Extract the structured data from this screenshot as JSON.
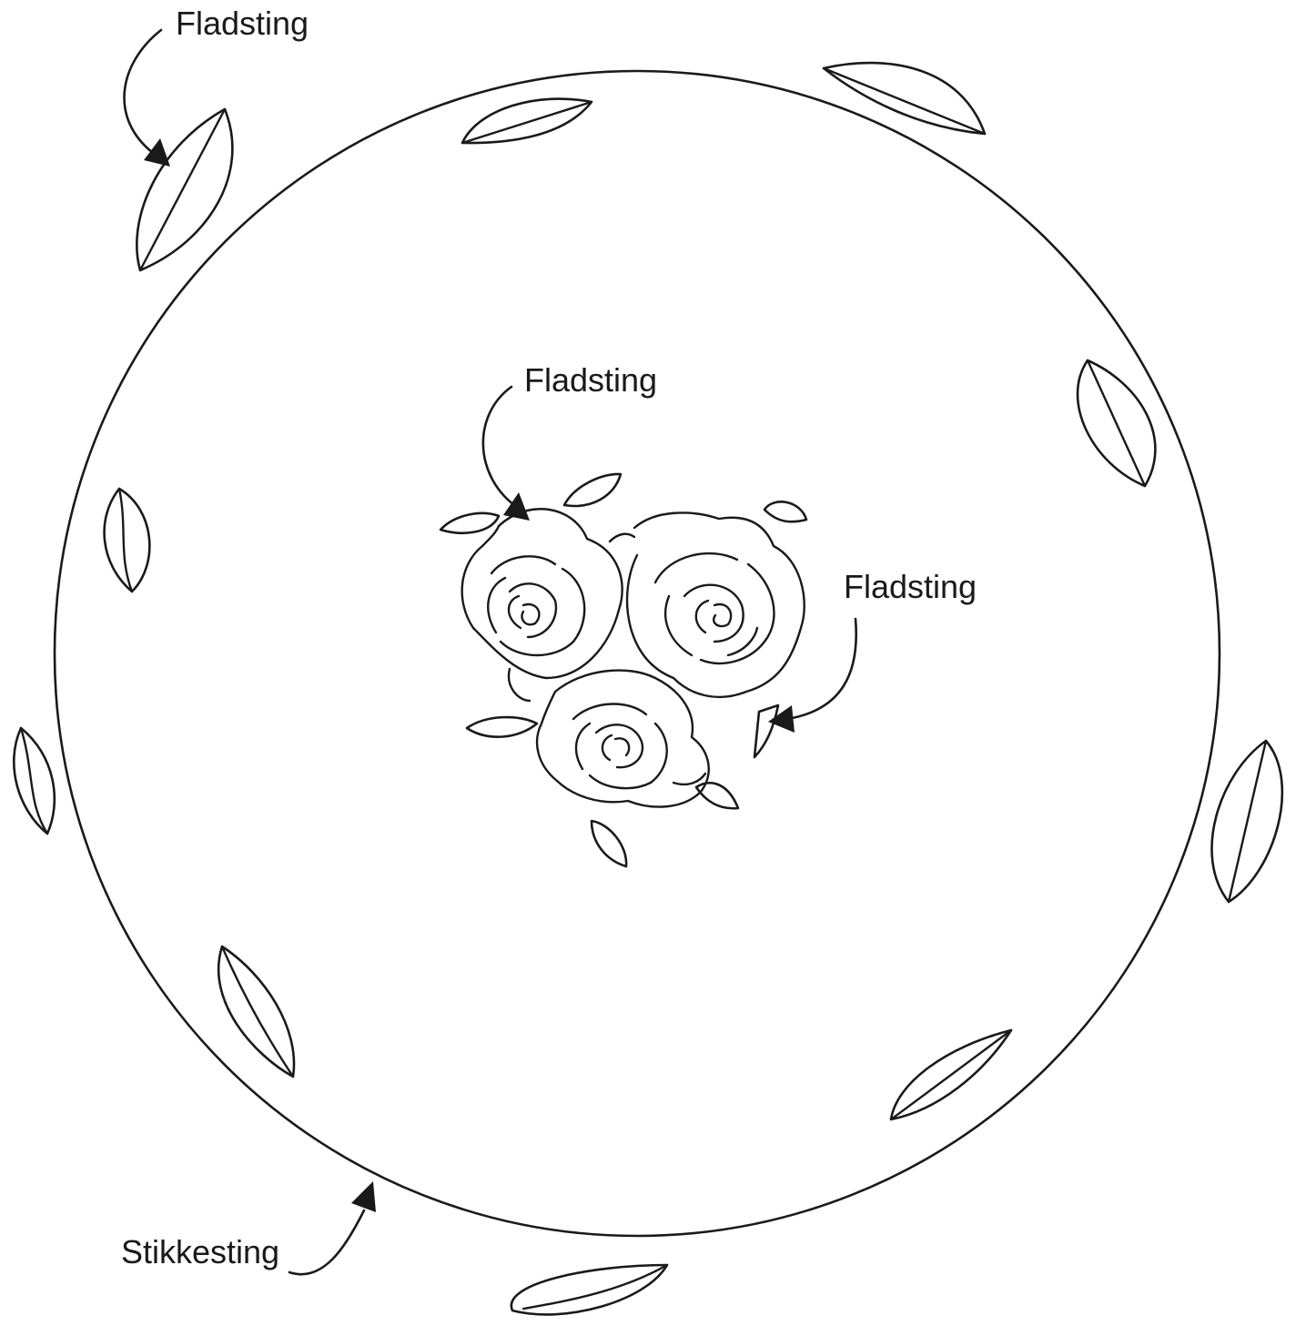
{
  "labels": {
    "top_left": "Fladsting",
    "center": "Fladsting",
    "right": "Fladsting",
    "bottom": "Stikkesting"
  },
  "colors": {
    "stroke": "#1a1a1a",
    "background": "#ffffff"
  }
}
